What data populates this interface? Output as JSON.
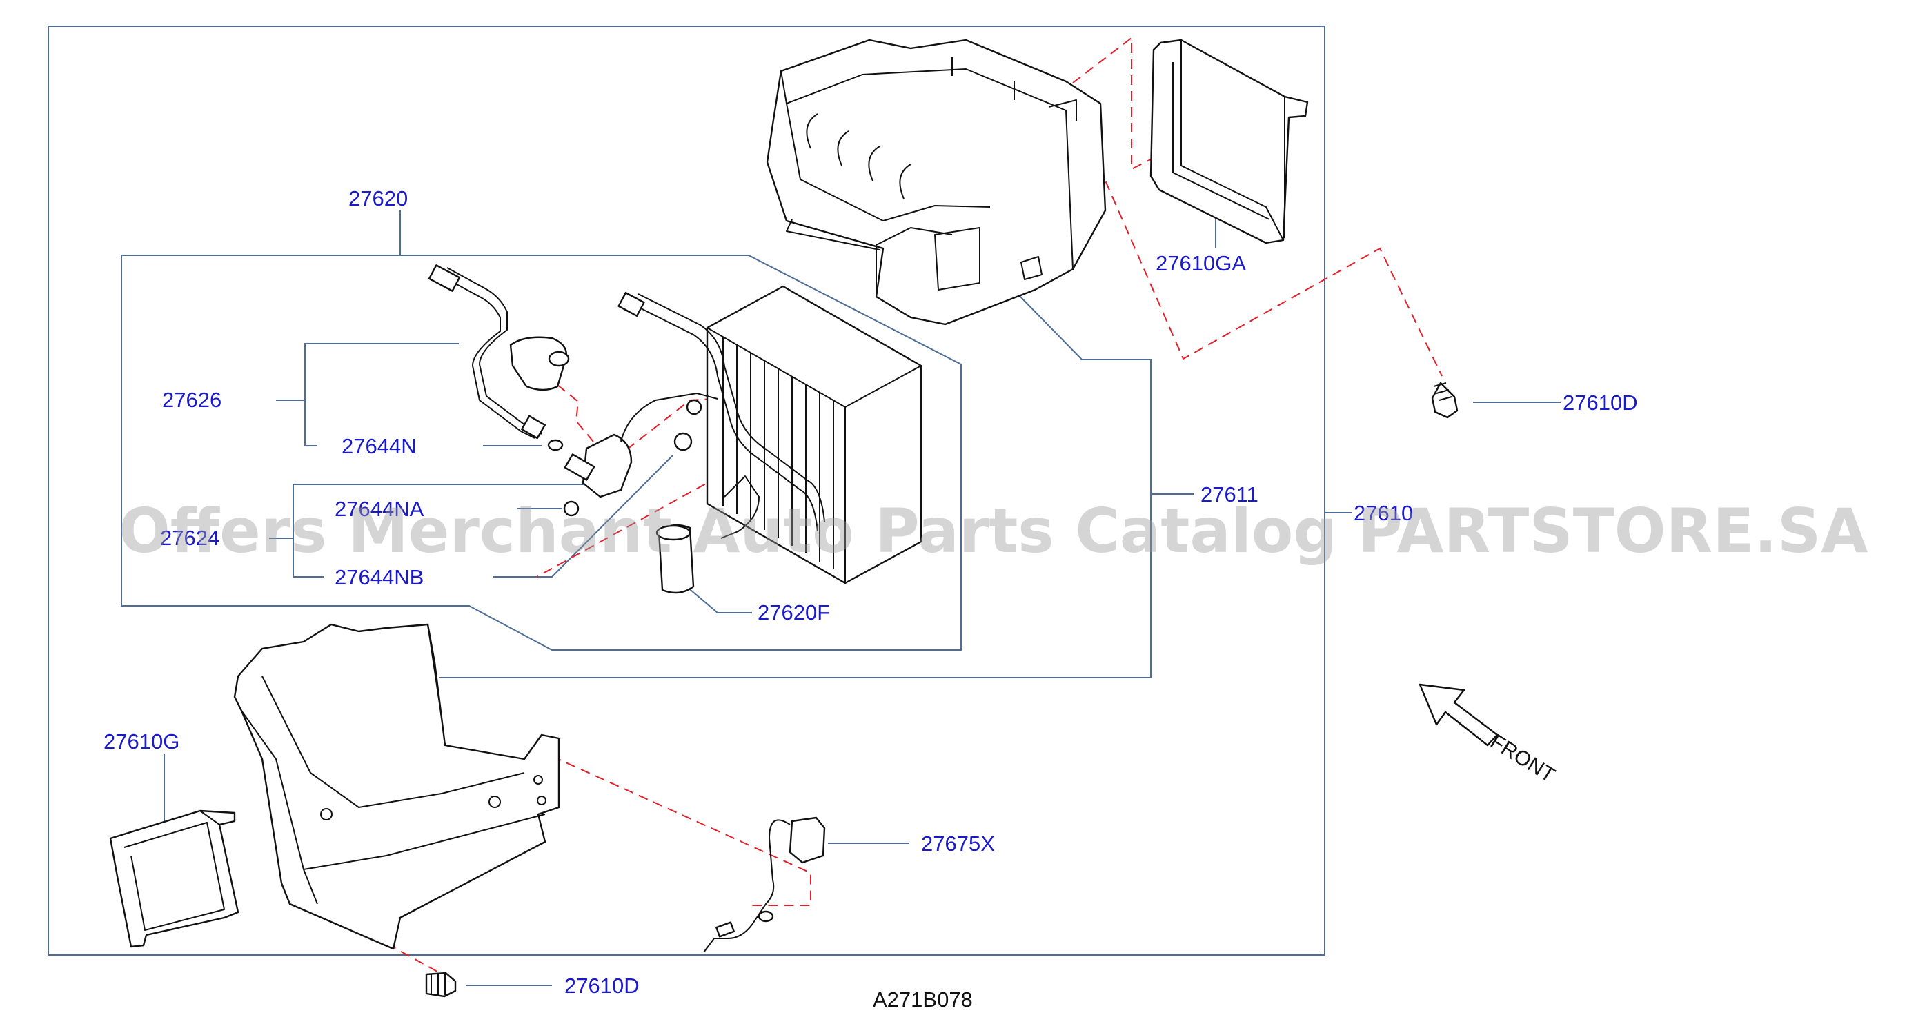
{
  "labels": {
    "l27620": "27620",
    "l27626": "27626",
    "l27644N": "27644N",
    "l27644NA": "27644NA",
    "l27624": "27624",
    "l27644NB": "27644NB",
    "l27620F": "27620F",
    "l27611": "27611",
    "l27610": "27610",
    "l27610GA": "27610GA",
    "l27610D_right": "27610D",
    "l27610G": "27610G",
    "l27675X": "27675X",
    "l27610D_bottom": "27610D"
  },
  "front_label": "FRONT",
  "reference_code": "A271B078",
  "watermark": "Offers Merchant Auto Parts Catalog PARTSTORE.SA",
  "colors": {
    "label": "#1a1acc",
    "leader": "#4d6c96",
    "dashed": "#e0202a",
    "linework": "#111111"
  }
}
